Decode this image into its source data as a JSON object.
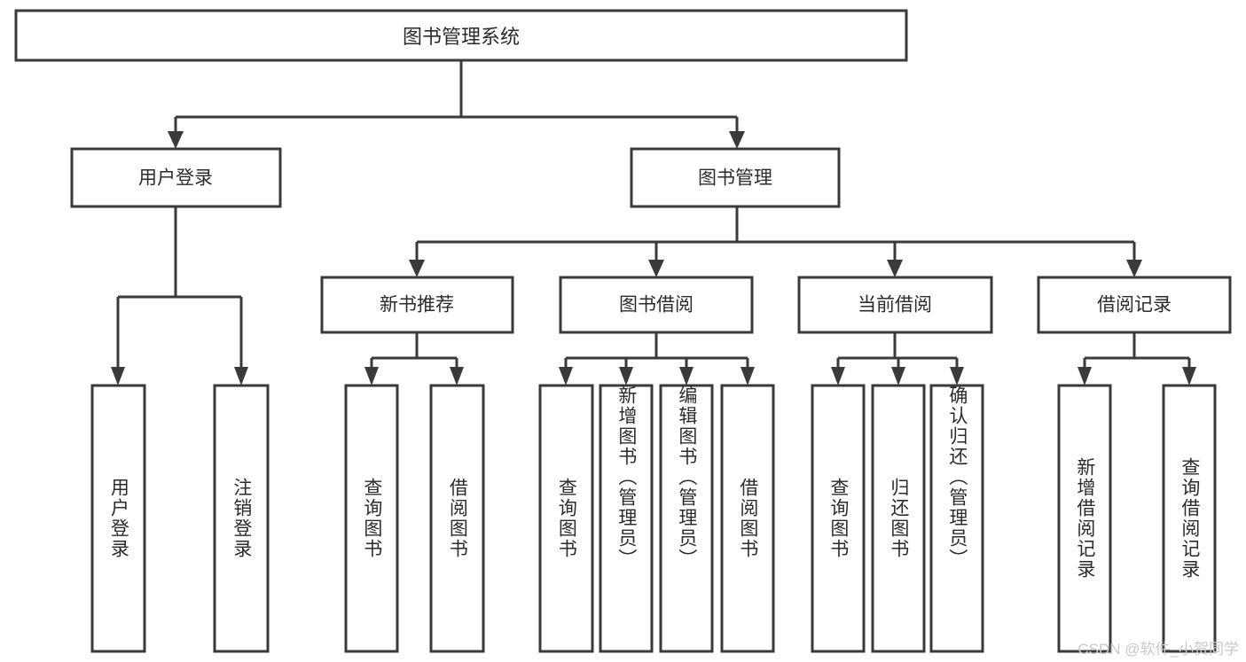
{
  "diagram": {
    "type": "tree-hierarchy",
    "title": "图书管理系统",
    "watermark": "CSDN @软件_小贺同学",
    "colors": {
      "box_stroke": "#3a3a3a",
      "box_fill": "#ffffff",
      "text": "#2b2b2b",
      "background": "#ffffff",
      "watermark": "#c9c9c9"
    },
    "root": {
      "label": "图书管理系统"
    },
    "level2": [
      {
        "label": "用户登录"
      },
      {
        "label": "图书管理"
      }
    ],
    "level3": [
      {
        "label": "新书推荐"
      },
      {
        "label": "图书借阅"
      },
      {
        "label": "当前借阅"
      },
      {
        "label": "借阅记录"
      }
    ],
    "leaves": {
      "user_login": [
        {
          "label": "用户登录"
        },
        {
          "label": "注销登录"
        }
      ],
      "new_book_recommend": [
        {
          "label": "查询图书"
        },
        {
          "label": "借阅图书"
        }
      ],
      "book_borrow": [
        {
          "label": "查询图书"
        },
        {
          "label": "新增图书（管理员）"
        },
        {
          "label": "编辑图书（管理员）"
        },
        {
          "label": "借阅图书"
        }
      ],
      "current_borrow": [
        {
          "label": "查询图书"
        },
        {
          "label": "归还图书"
        },
        {
          "label": "确认归还（管理员）"
        }
      ],
      "borrow_record": [
        {
          "label": "新增借阅记录"
        },
        {
          "label": "查询借阅记录"
        }
      ]
    }
  }
}
